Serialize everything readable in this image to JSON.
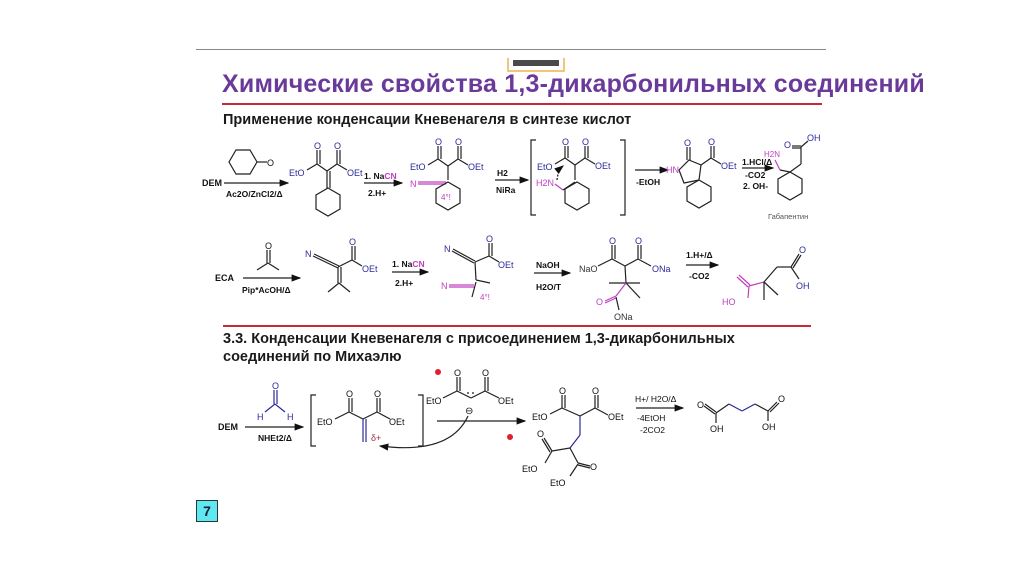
{
  "slide": {
    "title": "Химические свойства 1,3-дикарбонильных соединений",
    "section1_heading": "Применение конденсации Кневенагеля в синтезе кислот",
    "section2_heading": "3.3. Конденсации Кневенагеля с присоединением 1,3-дикарбонильных соединений по Михаэлю",
    "slide_number": "7"
  },
  "colors": {
    "title": "#6a3a9a",
    "rule": "#c8283a",
    "blue": "#2a2a9a",
    "magenta": "#c040c0",
    "red_dot": "#e02030",
    "slide_number_bg": "#5ee8f0"
  },
  "scheme1": {
    "start": "DEM",
    "reagent_ketone": "O",
    "cond1_below": "Ac2O/ZnCl2/Δ",
    "cond2_above": "1. NaCN",
    "cond2_below": "2.H+",
    "cond3_above": "H2",
    "cond3_below": "NiRa",
    "cond4_below": "-EtOH",
    "cond5_line1": "1.HCl/Δ",
    "cond5_line2": "-CO2",
    "cond5_line3": "2. OH-",
    "labels": {
      "eto": "EtO",
      "oet": "OEt",
      "o": "O",
      "n": "N",
      "h2n": "H2N",
      "hn": "HN",
      "oh": "OH",
      "quat": "4°!"
    },
    "product_name": "Габапентин"
  },
  "scheme2": {
    "start": "ECA",
    "cond1_below": "Pip*AcOH/Δ",
    "cond2_above": "1. NaCN",
    "cond2_below": "2.H+",
    "cond3_above": "NaOH",
    "cond3_below": "H2O/T",
    "cond4_above": "1.H+/Δ",
    "cond4_below": "-CO2",
    "labels": {
      "nao": "NaO",
      "ona": "ONa",
      "oet": "OEt",
      "ho": "HO",
      "oh": "OH",
      "quat": "4°!"
    }
  },
  "scheme3": {
    "start": "DEM",
    "cond1_below": "NHEt2/Δ",
    "h": "H",
    "delta_plus": "δ+",
    "minus": "⊖",
    "cond3_line1": "H+/ H2O/Δ",
    "cond3_line2": "-4EtOH",
    "cond3_line3": "-2CO2",
    "labels": {
      "eto": "EtO",
      "oet": "OEt",
      "o": "O",
      "oh": "OH"
    }
  }
}
